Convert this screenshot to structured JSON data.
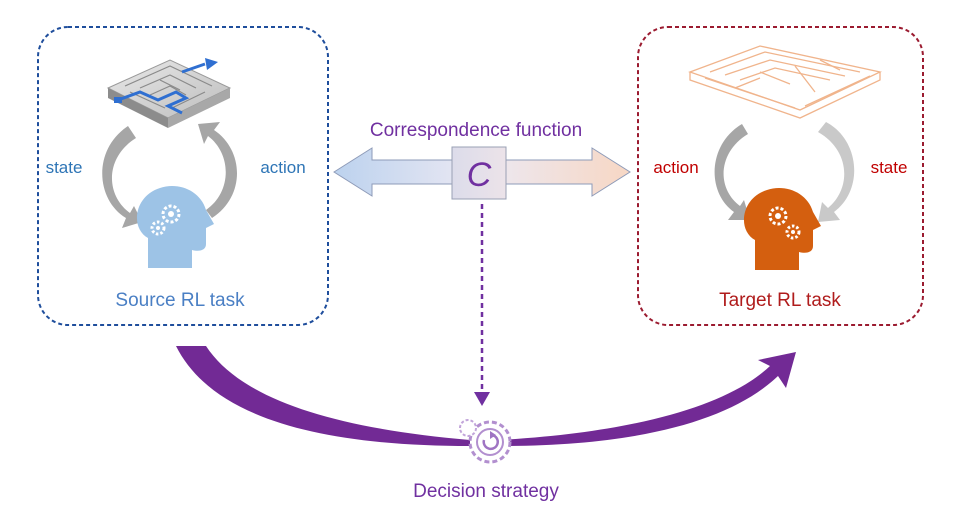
{
  "source": {
    "title": "Source RL task",
    "left_label": "state",
    "right_label": "action",
    "color": "#1f4e9c",
    "text_color": "#2e75b6",
    "head_color": "#9dc3e6"
  },
  "target": {
    "title": "Target RL task",
    "left_label": "action",
    "right_label": "state",
    "color": "#9b1b30",
    "text_color": "#c00000",
    "head_color": "#d45f0f"
  },
  "correspondence": {
    "label": "Correspondence function",
    "symbol": "C",
    "color": "#7030a0"
  },
  "decision": {
    "label": "Decision strategy",
    "color": "#7030a0"
  },
  "icons": [
    "maze-3d-icon",
    "maze-wireframe-icon",
    "head-gears-icon",
    "cycle-arrow-icon",
    "gear-icon"
  ]
}
